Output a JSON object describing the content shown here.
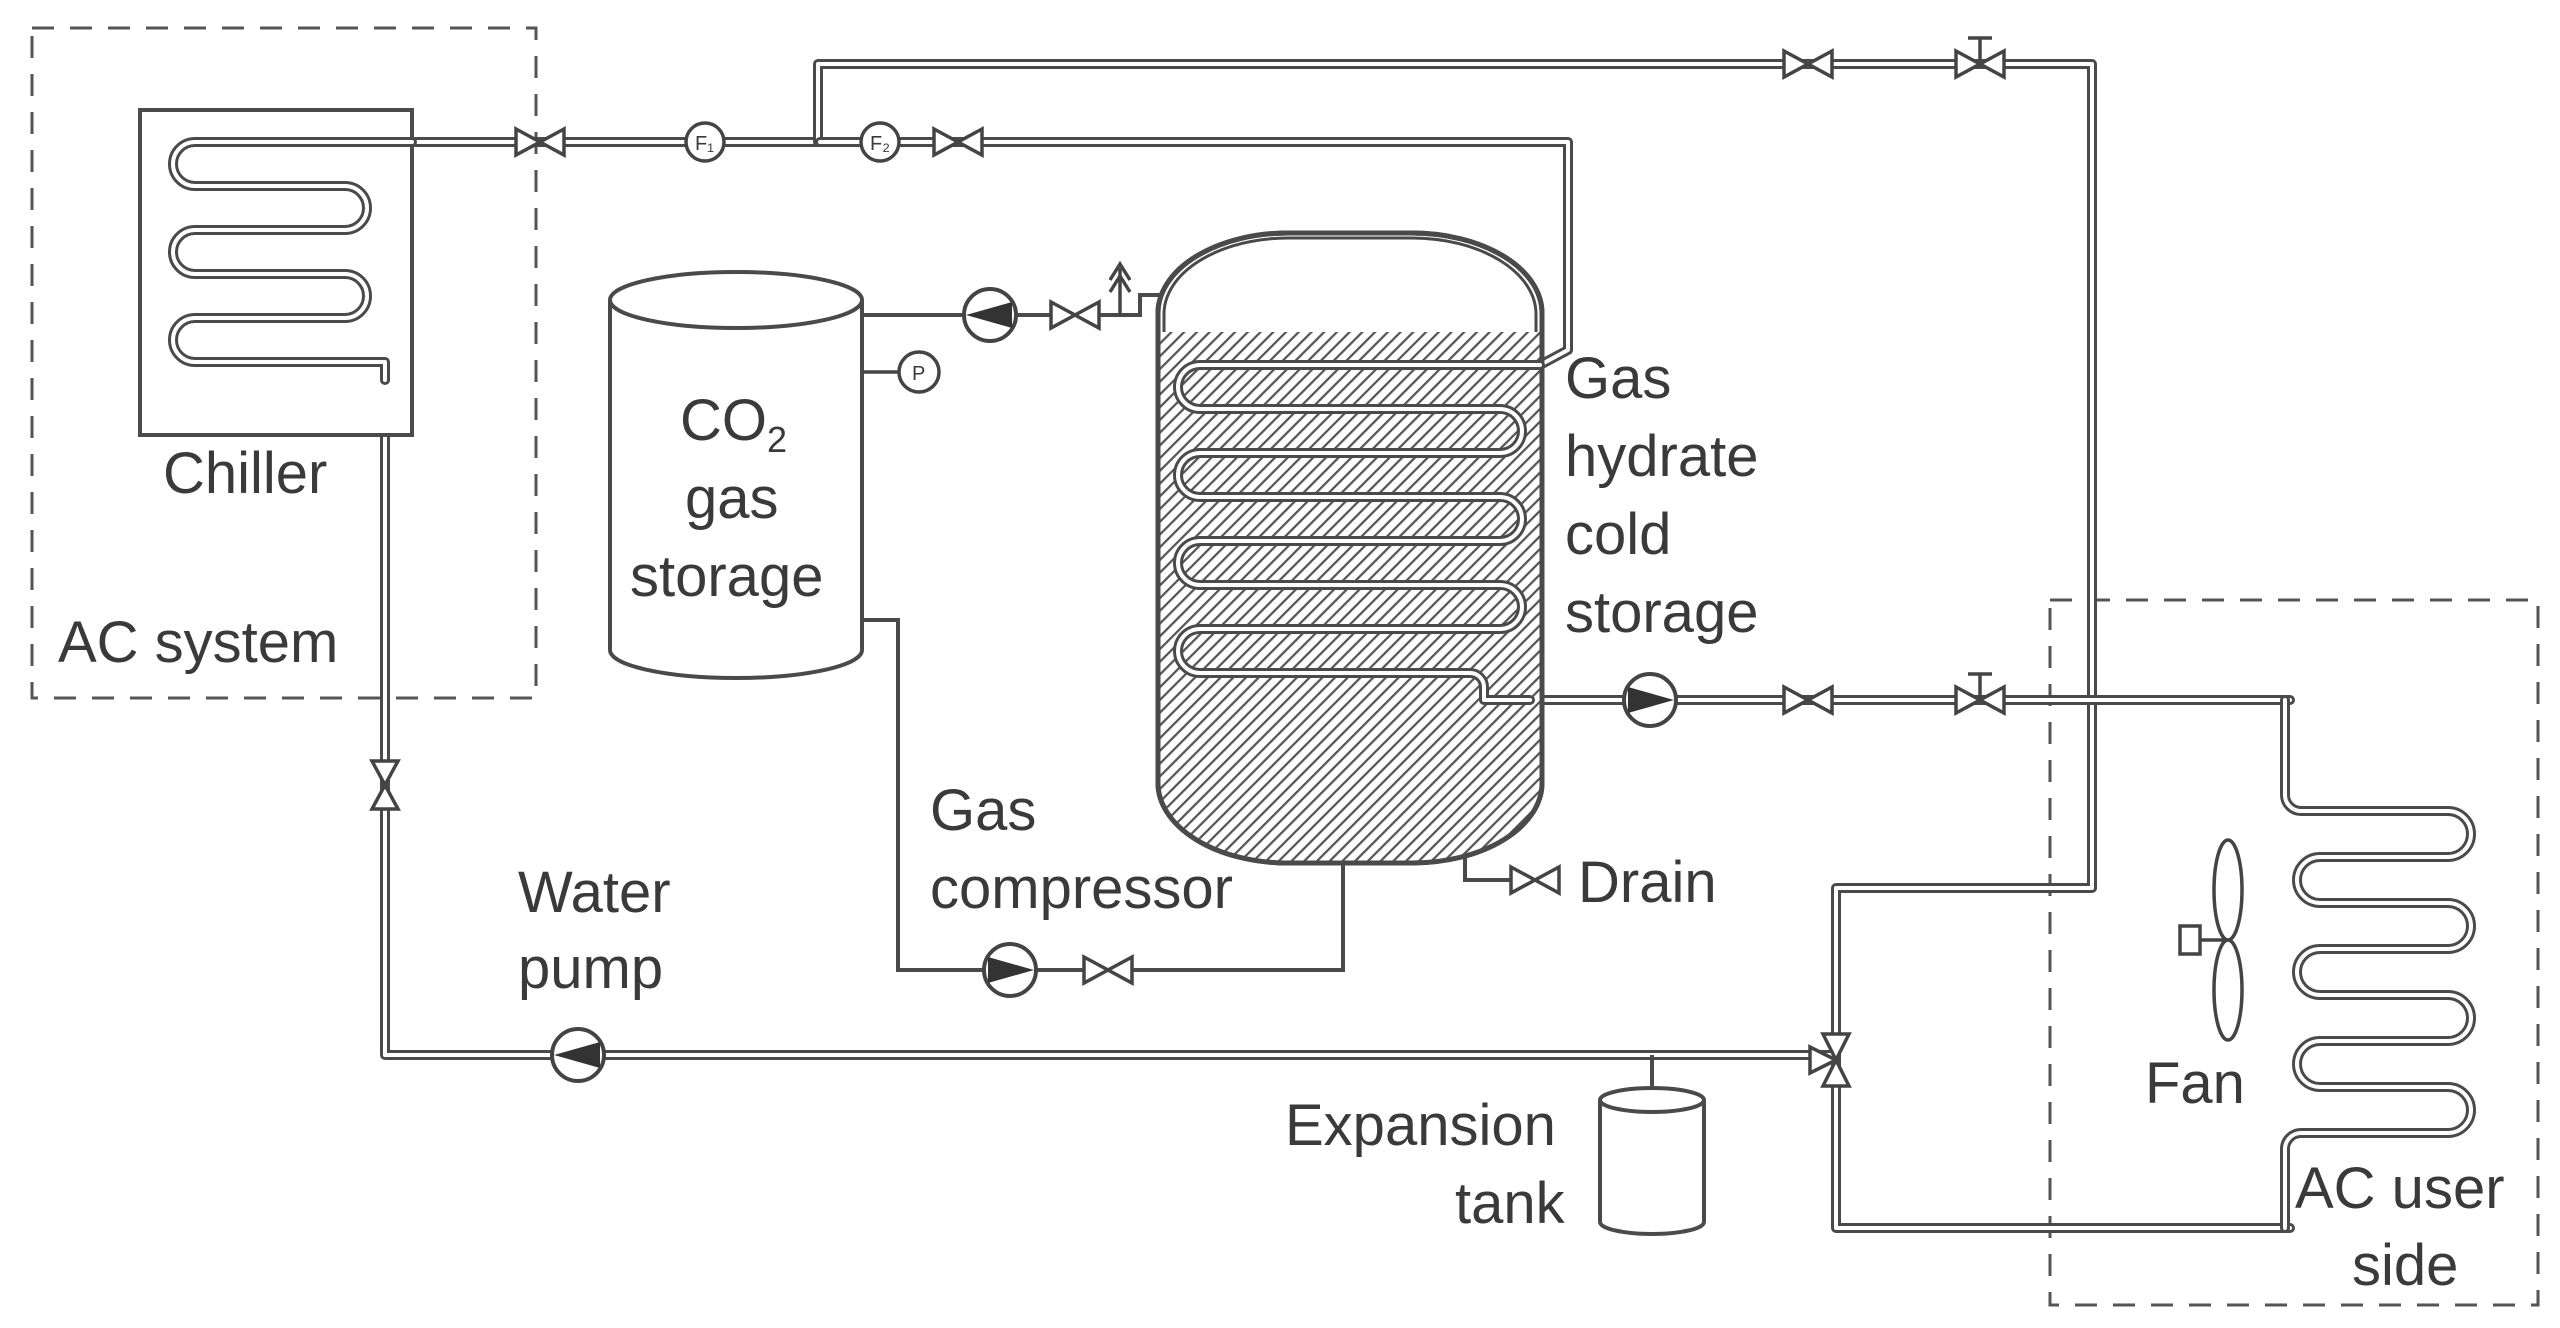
{
  "labels": {
    "chiller": "Chiller",
    "ac_system": "AC system",
    "co2_storage_line1": "CO",
    "co2_storage_subscript": "2",
    "co2_storage_line2": "gas",
    "co2_storage_line3": "storage",
    "cold_storage_line1": "Gas",
    "cold_storage_line2": "hydrate",
    "cold_storage_line3": "cold",
    "cold_storage_line4": "storage",
    "compressor_line1": "Gas",
    "compressor_line2": "compressor",
    "water_pump_line1": "Water",
    "water_pump_line2": "pump",
    "drain": "Drain",
    "expansion_tank_line1": "Expansion",
    "expansion_tank_line2": "tank",
    "fan": "Fan",
    "ac_user_side_line1": "AC user",
    "ac_user_side_line2": "side",
    "gauge_f1": "F₁",
    "gauge_f2": "F₂",
    "gauge_p": "P"
  },
  "colors": {
    "line": "#4a4a4a",
    "text": "#3a3a3a",
    "hatch": "#6e6e6e",
    "background": "#ffffff"
  }
}
